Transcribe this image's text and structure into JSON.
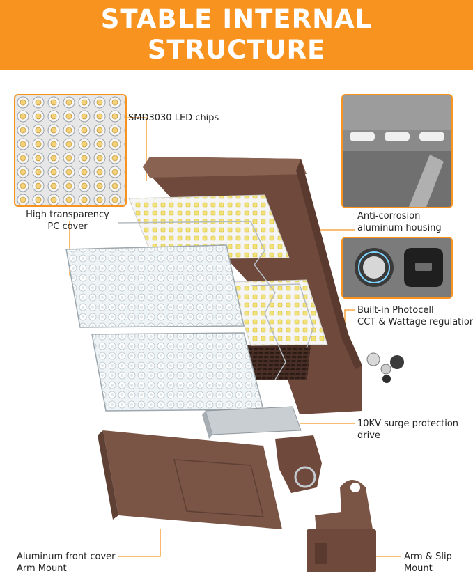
{
  "banner": {
    "title_line1": "STABLE INTERNAL",
    "title_line2": "STRUCTURE"
  },
  "labels": {
    "led_chips": "SMD3030 LED chips",
    "pc_cover_line1": "High transparency",
    "pc_cover_line2": "PC cover",
    "housing_line1": "Anti-corrosion",
    "housing_line2": "aluminum housing",
    "photocell_line1": "Built-in Photocell",
    "photocell_line2": "CCT & Wattage regulation",
    "surge_line1": "10KV surge protection",
    "surge_line2": "drive",
    "front_cover_line1": "Aluminum front cover",
    "front_cover_line2": "Arm Mount",
    "slip_mount_line1": "Arm & Slip",
    "slip_mount_line2": "Mount"
  },
  "colors": {
    "accent": "#f7931e",
    "housing": "#7a5546",
    "leader": "#f7931e"
  }
}
